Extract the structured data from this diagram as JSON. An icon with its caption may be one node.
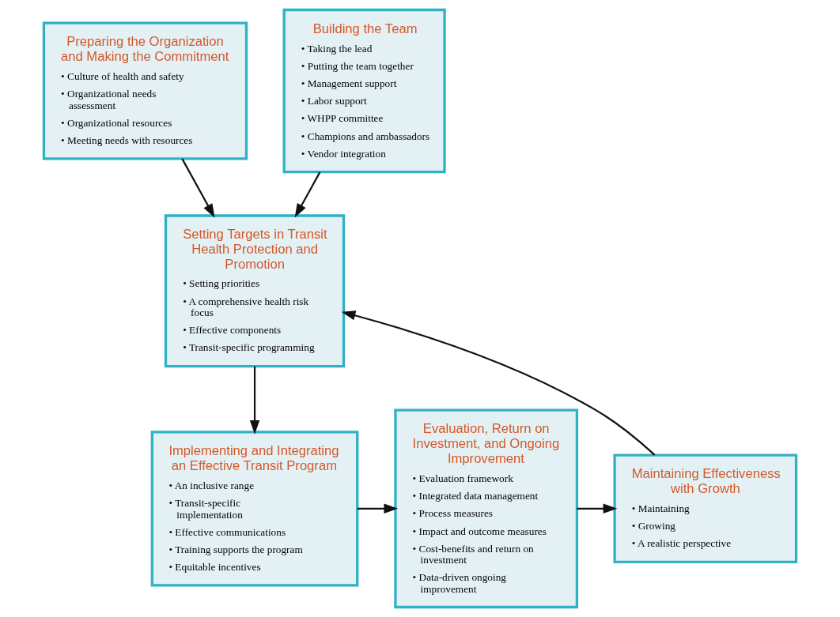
{
  "diagram": {
    "nodes": [
      {
        "text": [
          "Preparing the Organization and Making the Commitment",
          "• Culture of health and safety",
          "• Organizational needs assessment",
          "• Organizational resources",
          "• Meeting needs with resources"
        ]
      },
      {
        "text": [
          "Building the Team",
          "• Taking the lead",
          "• Putting the team together",
          "• Management support",
          "• Labor support",
          "• WHPP committee",
          "• Champions and ambassadors",
          "• Vendor integration"
        ]
      },
      {
        "text": [
          "Setting Targets in Transit Health Protection and Promotion",
          "• Setting priorities",
          "• A comprehensive health risk focus",
          "• Effective components",
          "• Transit-specific programming"
        ]
      },
      {
        "text": [
          "Implementing and Integrating an Effective Transit Program",
          "• An inclusive range",
          "• Transit-specific implementation",
          "• Effective communications",
          "• Training supports the program",
          "• Equitable incentives"
        ]
      },
      {
        "text": [
          "Evaluation, Return on Investment, and Ongoing Improvement",
          "• Evaluation framework",
          "• Integrated data management",
          "• Process measures",
          "• Impact and outcome measures",
          "• Cost-benefits and return on investment",
          "• Data-driven ongoing improvement"
        ]
      },
      {
        "text": [
          "Maintaining Effectiveness with Growth",
          "• Maintaining",
          "• Growing",
          "• A realistic perspective"
        ]
      }
    ],
    "edges": [
      {
        "from": 0,
        "to": 2,
        "arrow": "to"
      },
      {
        "from": 1,
        "to": 2,
        "arrow": "to"
      },
      {
        "from": 2,
        "to": 3,
        "arrow": "to"
      },
      {
        "from": 3,
        "to": 4,
        "arrow": "to"
      },
      {
        "from": 4,
        "to": 5,
        "arrow": "to"
      },
      {
        "from": 5,
        "to": 2,
        "arrow": "to"
      }
    ]
  }
}
